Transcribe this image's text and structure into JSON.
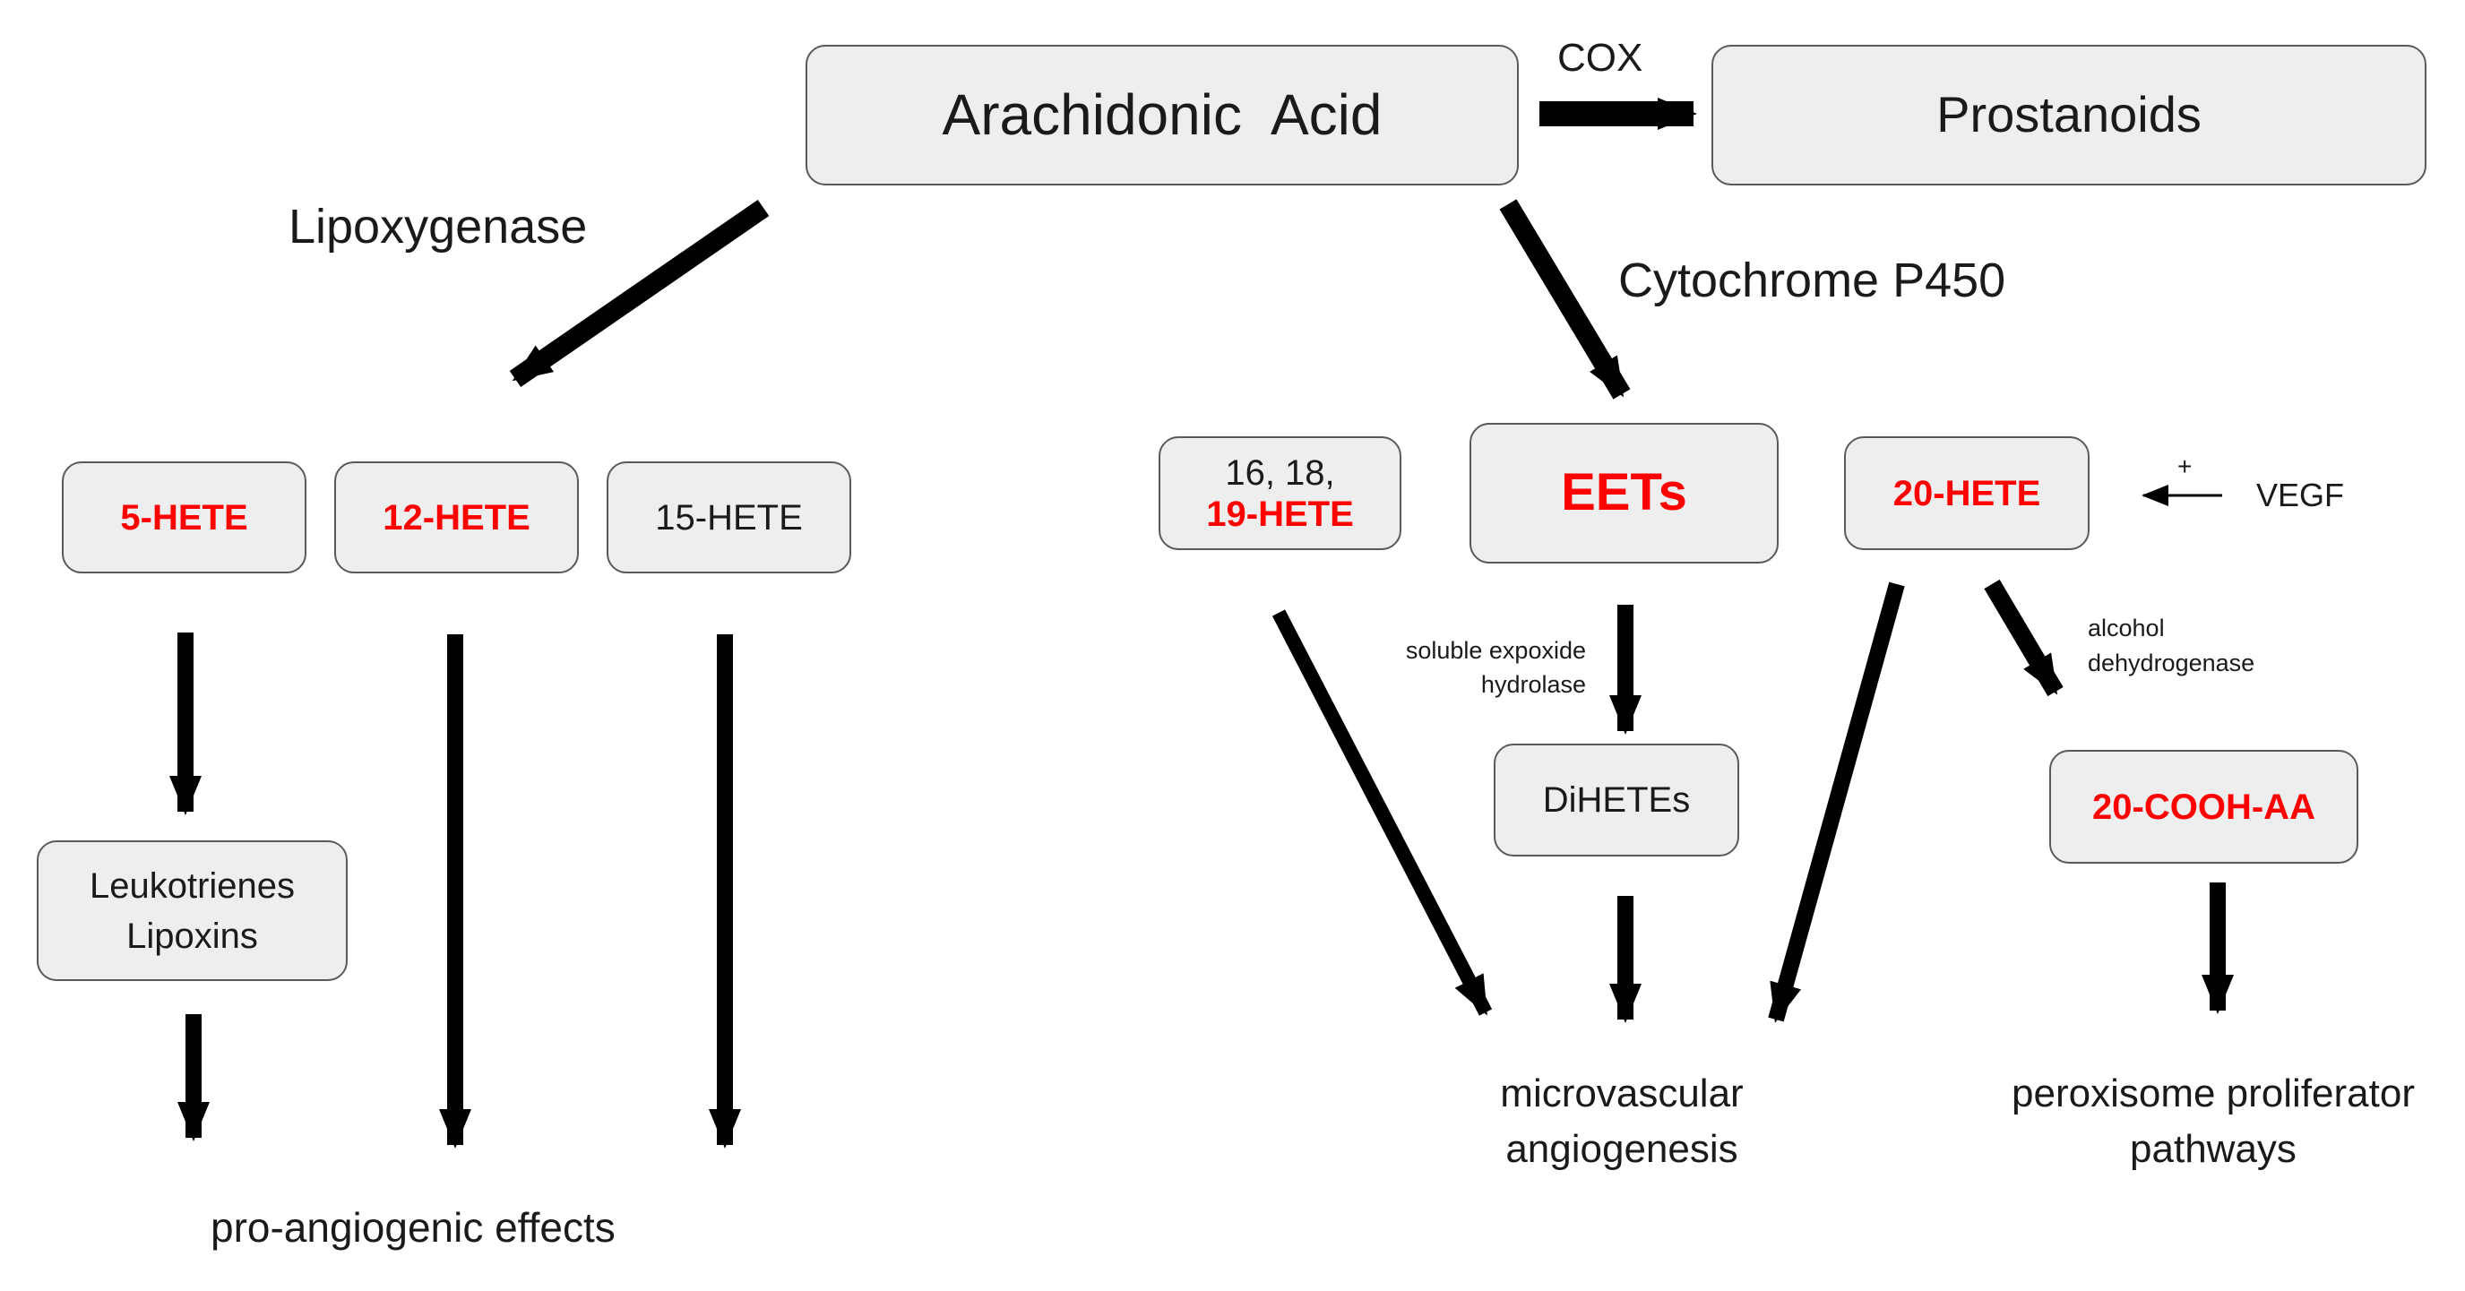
{
  "nodes": {
    "arachidonic_acid": "Arachidonic  Acid",
    "prostanoids": "Prostanoids",
    "hete_5": "5-HETE",
    "hete_12": "12-HETE",
    "hete_15": "15-HETE",
    "hete_16_18_line1": "16, 18,",
    "hete_16_18_line2": "19-HETE",
    "eets": "EETs",
    "hete_20": "20-HETE",
    "dihetes": "DiHETEs",
    "cooh_aa": "20-COOH-AA",
    "leuko_line1": "Leukotrienes",
    "leuko_line2": "Lipoxins"
  },
  "labels": {
    "cox": "COX",
    "lipoxygenase": "Lipoxygenase",
    "cytochrome": "Cytochrome P450",
    "vegf_plus": "+",
    "vegf": "VEGF",
    "seh_line1": "soluble expoxide",
    "seh_line2": "hydrolase",
    "adh_line1": "alcohol",
    "adh_line2": "dehydrogenase"
  },
  "outcomes": {
    "pro_angiogenic": "pro-angiogenic effects",
    "micro_line1": "microvascular",
    "micro_line2": "angiogenesis",
    "perox_line1": "peroxisome proliferator",
    "perox_line2": "pathways"
  },
  "colors": {
    "highlight": "#ff0000",
    "box_fill": "#eeeeee",
    "box_border": "#5a5a5a",
    "arrow": "#000000"
  }
}
